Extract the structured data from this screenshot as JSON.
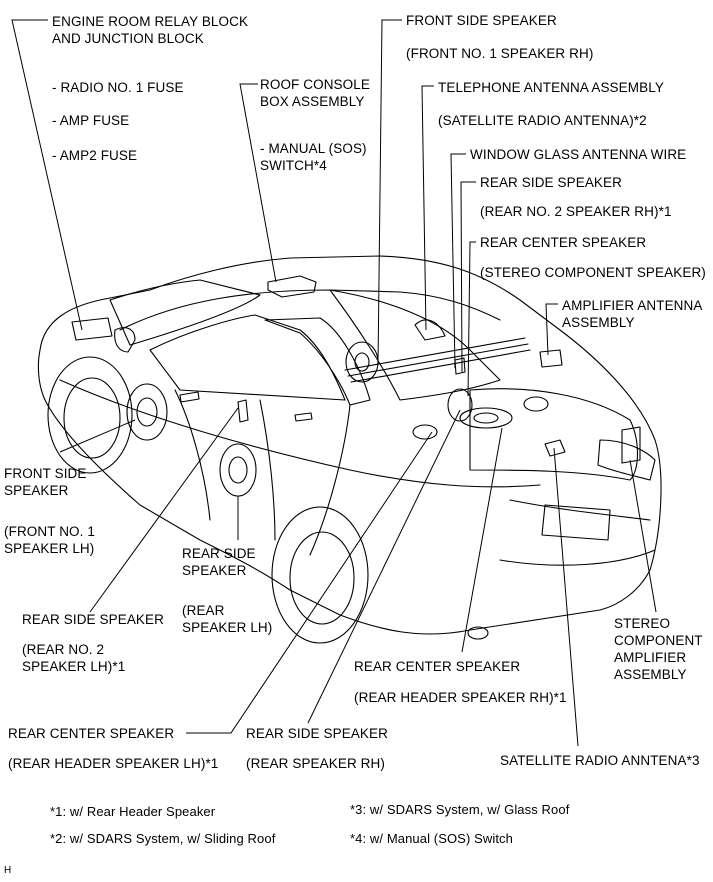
{
  "labels": {
    "engine_room_relay": "ENGINE ROOM RELAY BLOCK",
    "junction_block": "AND JUNCTION BLOCK",
    "radio_fuse": "- RADIO NO. 1 FUSE",
    "amp_fuse": "- AMP FUSE",
    "amp2_fuse": "- AMP2 FUSE",
    "roof_console_1": "ROOF CONSOLE",
    "roof_console_2": "BOX ASSEMBLY",
    "manual_sos_1": "- MANUAL (SOS)",
    "manual_sos_2": "SWITCH*4",
    "front_side_speaker_rh": "FRONT SIDE SPEAKER",
    "front_no1_rh": "(FRONT NO. 1 SPEAKER RH)",
    "telephone_antenna": "TELEPHONE ANTENNA ASSEMBLY",
    "satellite_radio_antenna_2": "(SATELLITE RADIO ANTENNA)*2",
    "window_glass_antenna": "WINDOW GLASS ANTENNA WIRE",
    "rear_side_speaker_top": "REAR SIDE SPEAKER",
    "rear_no2_rh": "(REAR NO. 2 SPEAKER RH)*1",
    "rear_center_speaker_top": "REAR CENTER SPEAKER",
    "stereo_component_speaker": "(STEREO COMPONENT SPEAKER)",
    "amplifier_antenna_1": "AMPLIFIER ANTENNA",
    "amplifier_antenna_2": "ASSEMBLY",
    "front_side_lh_1": "FRONT SIDE",
    "front_side_lh_2": "SPEAKER",
    "front_no1_lh_1": "(FRONT NO. 1",
    "front_no1_lh_2": "SPEAKER LH)",
    "rear_side_lh_1": "REAR SIDE",
    "rear_side_lh_2": "SPEAKER",
    "rear_speaker_lh_1": "(REAR",
    "rear_speaker_lh_2": "SPEAKER LH)",
    "rear_side_speaker_left": "REAR SIDE SPEAKER",
    "rear_no2_lh_1": "(REAR NO. 2",
    "rear_no2_lh_2": "SPEAKER LH)*1",
    "rear_center_speaker_mid": "REAR CENTER SPEAKER",
    "rear_header_rh": "(REAR HEADER SPEAKER RH)*1",
    "stereo_amp_1": "STEREO",
    "stereo_amp_2": "COMPONENT",
    "stereo_amp_3": "AMPLIFIER",
    "stereo_amp_4": "ASSEMBLY",
    "rear_center_speaker_bottom": "REAR CENTER SPEAKER",
    "rear_header_lh": "(REAR HEADER SPEAKER LH)*1",
    "rear_side_speaker_bottom": "REAR SIDE SPEAKER",
    "rear_speaker_rh": "(REAR SPEAKER RH)",
    "satellite_radio_anntena_3": "SATELLITE RADIO ANNTENA*3"
  },
  "notes": {
    "note1": "*1: w/ Rear Header Speaker",
    "note2": "*2: w/ SDARS System, w/ Sliding Roof",
    "note3": "*3: w/ SDARS System, w/ Glass Roof",
    "note4": "*4: w/ Manual (SOS) Switch"
  },
  "figure_code": "H"
}
